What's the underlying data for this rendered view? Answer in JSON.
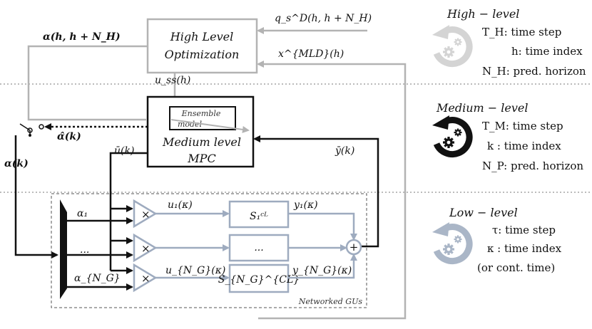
{
  "colors": {
    "gray": "#b3b3b3",
    "black": "#111111",
    "blue_gray": "#9eabbf",
    "dash": "#888888"
  },
  "blocks": {
    "high_level_line1": "High Level",
    "high_level_line2": "Optimization",
    "medium_line1": "Medium level",
    "medium_line2": "MPC",
    "ensemble_line1": "Ensemble",
    "ensemble_line2": "model",
    "s1": "S₁ᶜᴸ",
    "s_dots": "...",
    "sng": "S_{N_G}^{CL}",
    "network_label": "Networked GUs"
  },
  "signals": {
    "alpha_h": "α(h, h + N_H)",
    "q_s": "q_s^D(h, h + N_H)",
    "x_mld": "x^{MLD}(h)",
    "u_ss": "u_ss(h)",
    "alpha_hat": "α̂(k)",
    "alpha_k": "α(k)",
    "u_bar": "ū(k)",
    "y_bar": "ȳ(k)",
    "alpha_1": "α₁",
    "dots": "...",
    "alpha_ng": "α_{N_G}",
    "u1": "u₁(κ)",
    "ung": "u_{N_G}(κ)",
    "y1": "y₁(κ)",
    "yng": "y_{N_G}(κ)",
    "mult": "×",
    "plus": "+"
  },
  "levels": {
    "high": {
      "title": "High − level",
      "l1": "T_H: time step",
      "l2": "h: time index",
      "l3": "N_H: pred. horizon",
      "icon": "gears-refresh-icon-gray"
    },
    "medium": {
      "title": "Medium − level",
      "l1": "T_M: time step",
      "l2": "k : time index",
      "l3": "N_P: pred. horizon",
      "icon": "gears-refresh-icon-black"
    },
    "low": {
      "title": "Low − level",
      "l1": "τ: time step",
      "l2": "κ : time index",
      "l3": "(or cont. time)",
      "icon": "gears-refresh-icon-bluegray"
    }
  }
}
